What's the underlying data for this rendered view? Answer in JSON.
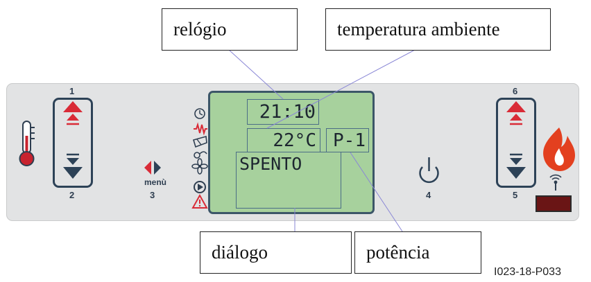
{
  "callouts": {
    "clock": "relógio",
    "ambient_temperature": "temperatura ambiente",
    "dialog": "diálogo",
    "power": "potência"
  },
  "display": {
    "clock": "21:10",
    "temperature": "22°C",
    "power_level": "P-1",
    "dialog_text": "SPENTO"
  },
  "keys": {
    "key1": "1",
    "key2": "2",
    "key3": "3",
    "key4": "4",
    "key5": "5",
    "key6": "6",
    "menu_label": "menù"
  },
  "icons": {
    "left_thermometer": "thermometer-icon",
    "status_icons": [
      "clock-icon",
      "resistance-icon",
      "auger-icon",
      "fan-icon",
      "pump-icon",
      "alarm-icon"
    ],
    "right_flame": "flame-icon",
    "remote": "antenna-icon",
    "power_button": "power-icon"
  },
  "figure_code": "I023-18-P033",
  "colors": {
    "panel": "#e2e3e4",
    "lcd": "#a7d19d",
    "keypad_border": "#2d4257",
    "arrow_up": "#d92b37",
    "arrow_down": "#2d4257",
    "flame": "#e3401f",
    "indicator": "#6a1515"
  }
}
